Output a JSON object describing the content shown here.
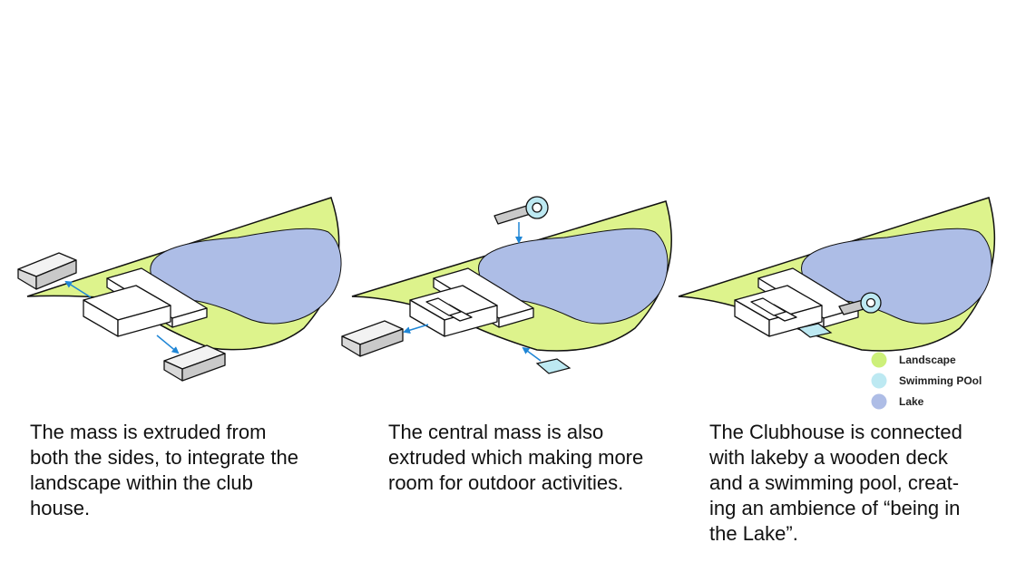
{
  "captions": [
    "The mass is extruded from\nboth the sides, to integrate the\nlandscape within the club\nhouse.",
    "The central mass is also\nextruded which making more\nroom for outdoor activities.",
    "The Clubhouse is connected\nwith lakeby a wooden deck\nand a swimming pool, creat-\ning an ambience of “being in\nthe Lake”."
  ],
  "legend": [
    {
      "label": "Landscape",
      "color": "#cdf07a"
    },
    {
      "label": "Swimming POol",
      "color": "#bde9f2"
    },
    {
      "label": "Lake",
      "color": "#aebde6"
    }
  ],
  "colors": {
    "landscape": "#ddf38c",
    "lake": "#adbde6",
    "pool": "#bde9f2",
    "mass_top": "#ffffff",
    "extruded_block": "#d9d9d9",
    "arrow": "#1f86d6",
    "outline": "#111111"
  }
}
